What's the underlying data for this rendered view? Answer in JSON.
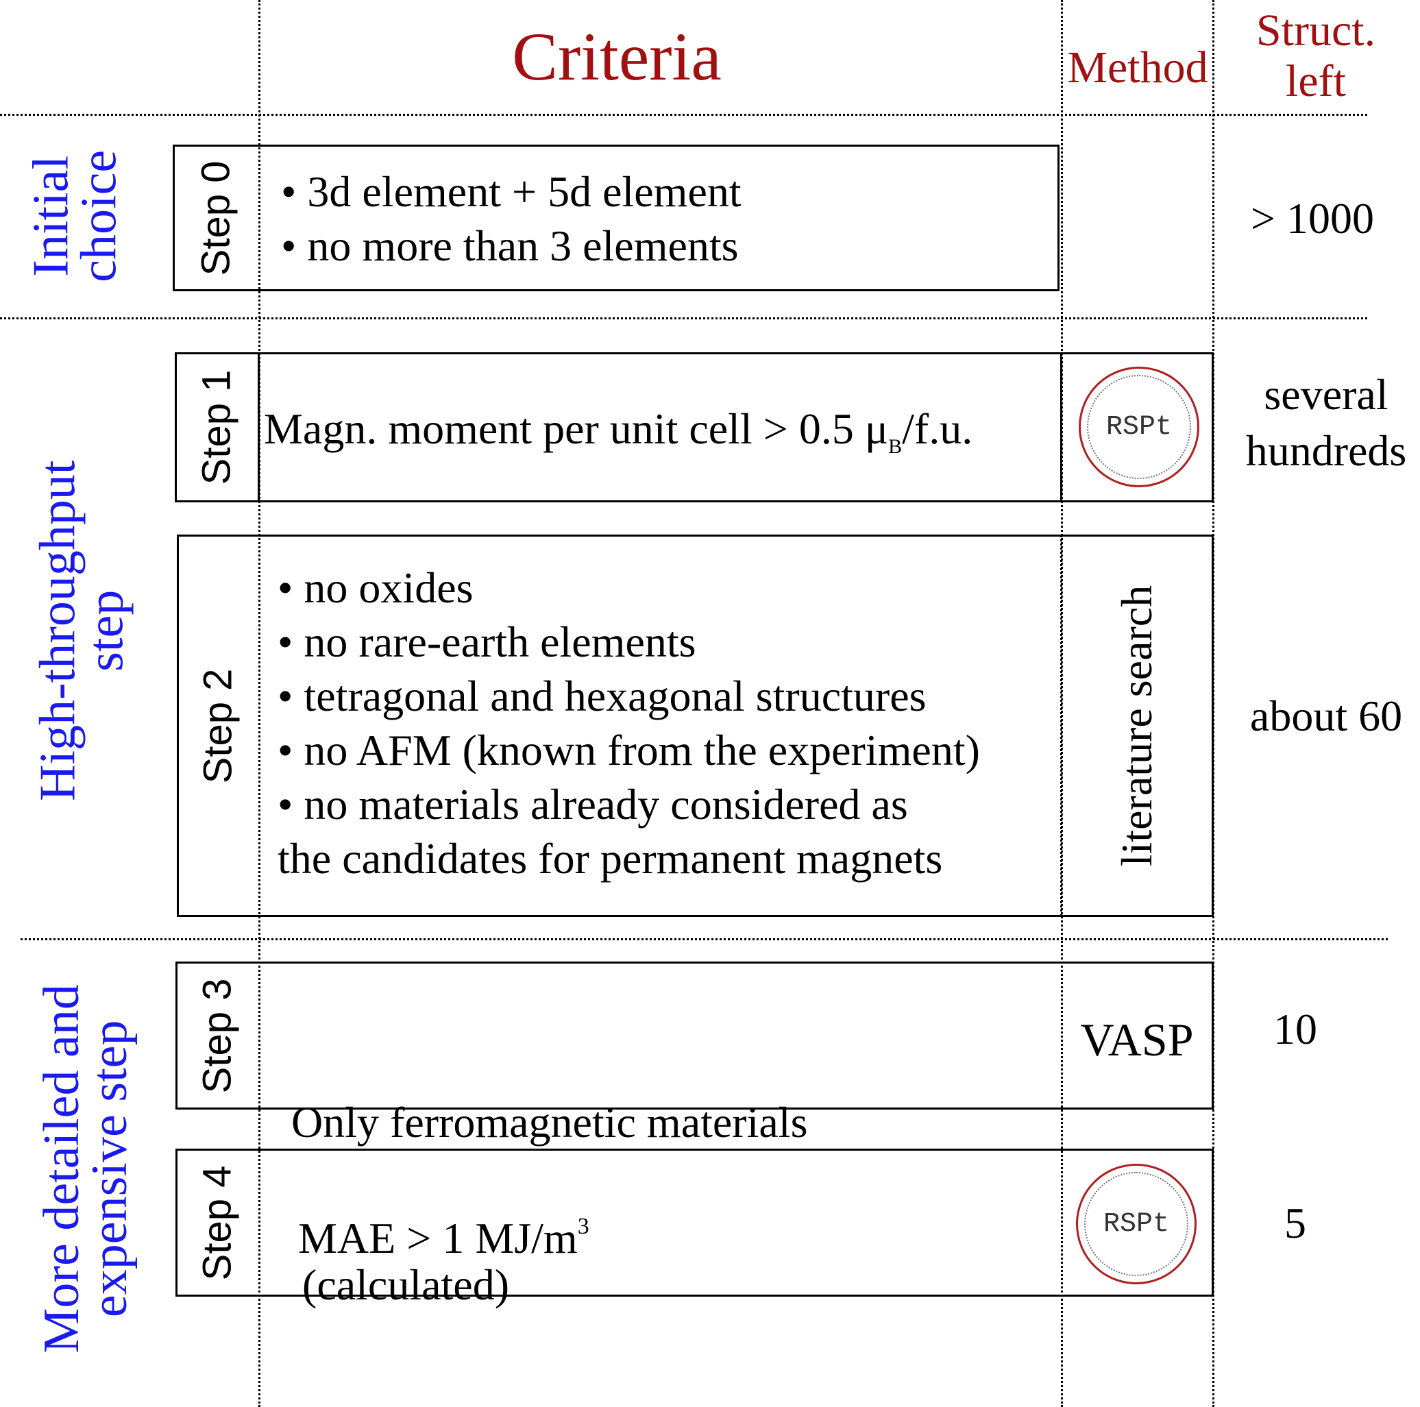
{
  "headers": {
    "criteria": "Criteria",
    "method": "Method",
    "struct_line1": "Struct.",
    "struct_line2": "left"
  },
  "phases": {
    "initial": [
      "Initial",
      "choice"
    ],
    "high_throughput": [
      "High-throughput",
      "step"
    ],
    "detailed": [
      "More detailed and",
      "expensive step"
    ]
  },
  "steps": [
    {
      "label": "Step 0",
      "criteria": [
        "•   3d element + 5d element",
        "•   no more than 3 elements"
      ],
      "method": "",
      "left": "> 1000"
    },
    {
      "label": "Step 1",
      "criteria_main": "Magn. moment per unit cell > 0.5 μ",
      "criteria_sub": "B",
      "criteria_tail": "/f.u.",
      "method": "RSPt",
      "left": [
        "several",
        "hundreds"
      ]
    },
    {
      "label": "Step 2",
      "criteria": [
        "• no oxides",
        "• no rare-earth elements",
        "• tetragonal and hexagonal structures",
        "• no AFM (known from the experiment)",
        "• no materials already considered as",
        "the candidates for permanent magnets"
      ],
      "method": "literature search",
      "left": "about 60"
    },
    {
      "label": "Step 3",
      "criteria": [
        "Only ferromagnetic materials",
        " (calculated)"
      ],
      "method": "VASP",
      "left": "10"
    },
    {
      "label": "Step 4",
      "criteria_main": "MAE > 1 MJ/m",
      "criteria_sup": "3",
      "method": "RSPt",
      "left": "5"
    }
  ],
  "colors": {
    "header": "#a01010",
    "phase": "#1a1aee",
    "rspt_ring": "#b02020"
  },
  "icons": [
    "rspt-logo-icon"
  ]
}
